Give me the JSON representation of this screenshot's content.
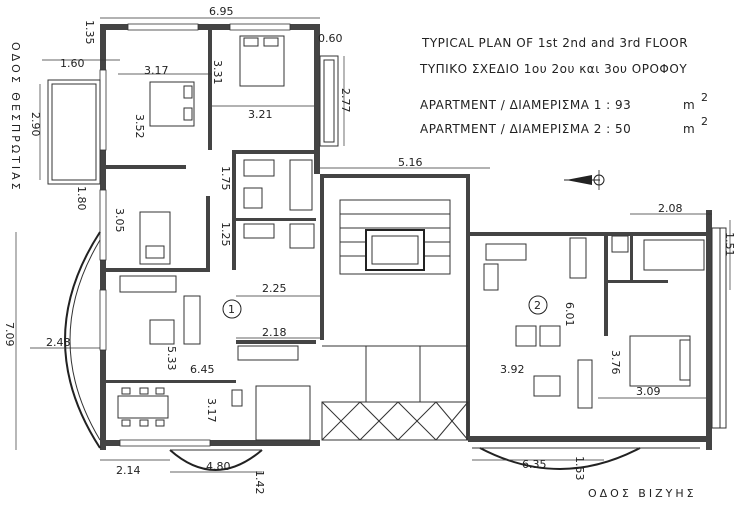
{
  "title": {
    "line1": "TYPICAL PLAN OF 1st 2nd and 3rd FLOOR",
    "line2": "ΤΥΠΙΚΟ ΣΧΕΔΙΟ 1ου 2ου  και 3ου ΟΡΟΦΟΥ",
    "apt1_label": "APARTMENT / ΔΙΑΜΕΡΙΣΜΑ 1 :  93",
    "apt2_label": "APARTMENT / ΔΙΑΜΕΡΙΣΜΑ 2 :  50",
    "unit": "m",
    "unit_exp": "2"
  },
  "streets": {
    "left": "ΟΔΟΣ ΘΕΣΠΡΩΤΙΑΣ",
    "bottom": "ΟΔΟΣ ΒΙΖΥΗΣ"
  },
  "apartment_markers": {
    "apt1": "1",
    "apt2": "2"
  },
  "dimensions": {
    "d_6_95": "6.95",
    "d_1_35": "1.35",
    "d_0_60": "0.60",
    "d_1_60": "1.60",
    "d_3_17a": "3.17",
    "d_3_31": "3.31",
    "d_2_77": "2.77",
    "d_2_90": "2.90",
    "d_3_52": "3.52",
    "d_3_21": "3.21",
    "d_5_16": "5.16",
    "d_1_75": "1.75",
    "d_1_80": "1.80",
    "d_3_05": "3.05",
    "d_1_25": "1.25",
    "d_2_08": "2.08",
    "d_1_51": "1.51",
    "d_2_25": "2.25",
    "d_6_01": "6.01",
    "d_7_09": "7.09",
    "d_2_48": "2.48",
    "d_2_18": "2.18",
    "d_5_33": "5.33",
    "d_6_45": "6.45",
    "d_3_92": "3.92",
    "d_3_76": "3.76",
    "d_3_09": "3.09",
    "d_3_17b": "3.17",
    "d_2_14": "2.14",
    "d_4_80": "4.80",
    "d_1_42": "1.42",
    "d_6_35": "6.35",
    "d_1_53": "1.53"
  }
}
